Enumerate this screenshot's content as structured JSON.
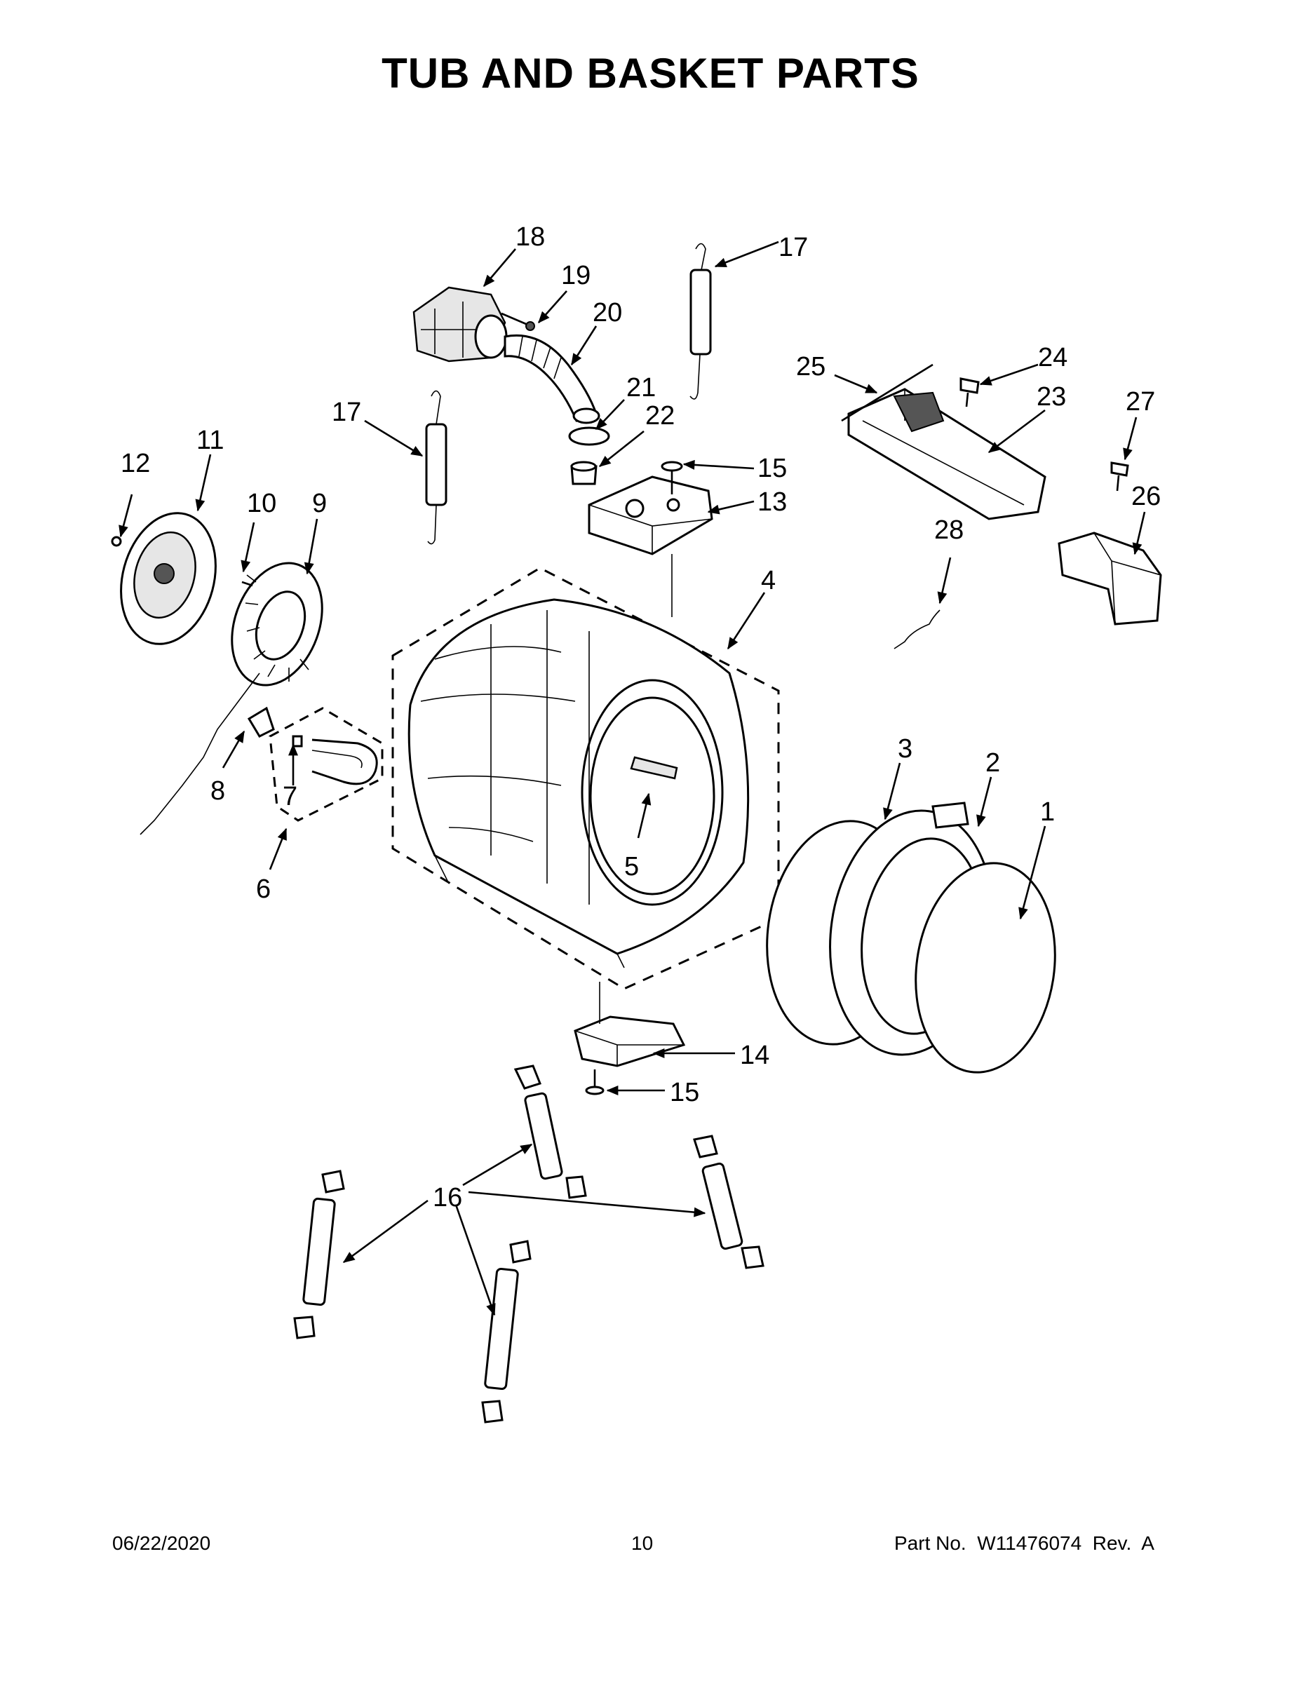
{
  "page": {
    "title": "TUB AND BASKET PARTS",
    "footer": {
      "date": "06/22/2020",
      "page_number": "10",
      "part_no": "Part No.  W11476074  Rev.  A"
    }
  },
  "callouts": {
    "c1": "1",
    "c2": "2",
    "c3": "3",
    "c4": "4",
    "c5": "5",
    "c6": "6",
    "c7": "7",
    "c8": "8",
    "c9": "9",
    "c10": "10",
    "c11": "11",
    "c12": "12",
    "c13": "13",
    "c14": "14",
    "c15a": "15",
    "c15b": "15",
    "c16": "16",
    "c17a": "17",
    "c17b": "17",
    "c18": "18",
    "c19": "19",
    "c20": "20",
    "c21": "21",
    "c22": "22",
    "c23": "23",
    "c24": "24",
    "c25": "25",
    "c26": "26",
    "c27": "27",
    "c28": "28"
  }
}
